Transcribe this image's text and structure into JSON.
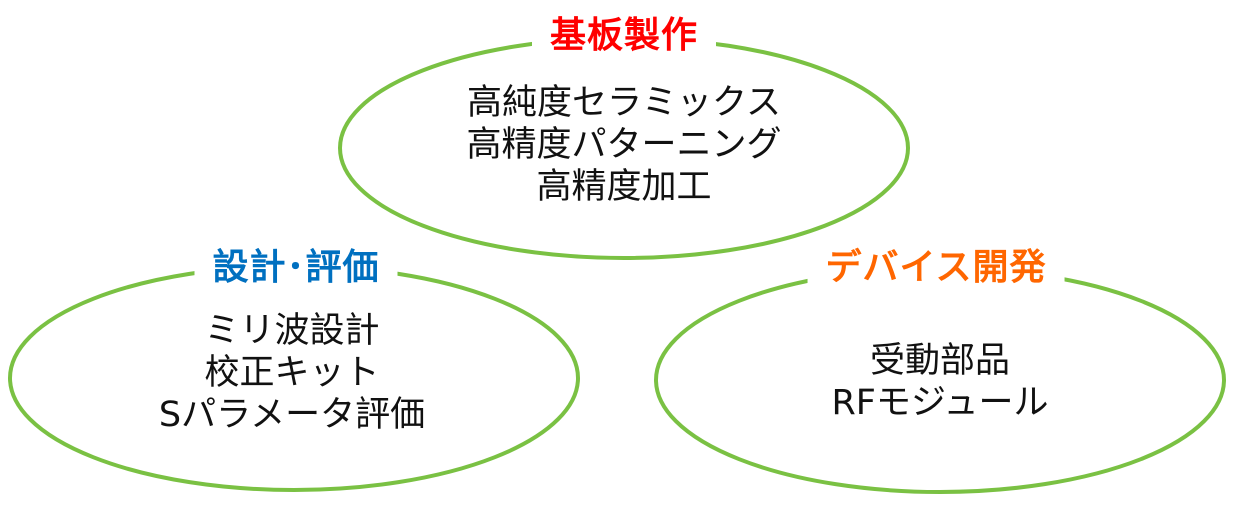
{
  "colors": {
    "ellipse_stroke": "#7ac143",
    "title_top": "#ff0000",
    "title_left": "#0070c0",
    "title_right": "#ff6600",
    "text": "#111111"
  },
  "groups": {
    "substrate": {
      "title": "基板製作",
      "items": [
        "高純度セラミックス",
        "高精度パターニング",
        "高精度加工"
      ]
    },
    "design": {
      "title": "設計･評価",
      "items": [
        "ミリ波設計",
        "校正キット",
        "Sパラメータ評価"
      ]
    },
    "device": {
      "title": "デバイス開発",
      "items": [
        "受動部品",
        "RFモジュール"
      ]
    }
  }
}
